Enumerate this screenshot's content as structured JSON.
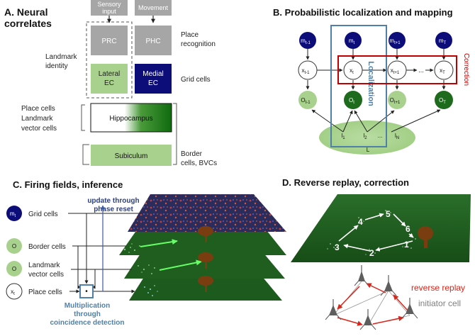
{
  "panelA": {
    "title_line1": "A. Neural",
    "title_line2": "correlates",
    "sensory_input_line1": "Sensory",
    "sensory_input_line2": "input",
    "movement": "Movement",
    "prc": "PRC",
    "phc": "PHC",
    "place_recognition_line1": "Place",
    "place_recognition_line2": "recognition",
    "landmark_identity_line1": "Landmark",
    "landmark_identity_line2": "identity",
    "lateral_ec_line1": "Lateral",
    "lateral_ec_line2": "EC",
    "medial_ec_line1": "Medial",
    "medial_ec_line2": "EC",
    "grid_cells": "Grid cells",
    "place_cells_line1": "Place cells",
    "place_cells_line2": "Landmark",
    "place_cells_line3": "vector cells",
    "hippocampus": "Hippocampus",
    "subiculum": "Subiculum",
    "border_cells_line1": "Border",
    "border_cells_line2": "cells, BVCs"
  },
  "panelB": {
    "title": "B. Probabilistic localization and mapping",
    "m_nodes": [
      {
        "base": "m",
        "sub": "t-1"
      },
      {
        "base": "m",
        "sub": "t"
      },
      {
        "base": "m",
        "sub": "t+1"
      },
      {
        "base": "m",
        "sub": "T"
      }
    ],
    "x_nodes": [
      {
        "base": "x",
        "sub": "t-1"
      },
      {
        "base": "x",
        "sub": "t"
      },
      {
        "base": "x",
        "sub": "t+1"
      },
      {
        "base": "x",
        "sub": "T"
      }
    ],
    "o_nodes": [
      {
        "base": "O",
        "sub": "t-1"
      },
      {
        "base": "O",
        "sub": "t"
      },
      {
        "base": "O",
        "sub": "t+1"
      },
      {
        "base": "O",
        "sub": "T"
      }
    ],
    "ellipsis": "...",
    "l_nodes": [
      {
        "base": "l",
        "sub": "1"
      },
      {
        "base": "l",
        "sub": "2"
      },
      {
        "base": "...",
        "sub": ""
      },
      {
        "base": "l",
        "sub": "N"
      }
    ],
    "l_label": "L",
    "localization": "Localization",
    "correction": "Correction"
  },
  "panelC": {
    "title": "C. Firing fields, inference",
    "update_line1": "update through",
    "update_line2": "phase reset",
    "legend": [
      {
        "symbol": "m",
        "sub": "t",
        "label": "Grid cells"
      },
      {
        "symbol": "O",
        "sub": "",
        "label": "Border cells"
      },
      {
        "symbol": "O",
        "sub": "",
        "label": "Landmark",
        "label2": "vector cells"
      },
      {
        "symbol": "x",
        "sub": "t",
        "label": "Place cells"
      }
    ],
    "mult_line1": "Multiplication",
    "mult_line2": "through",
    "mult_line3": "coincidence detection"
  },
  "panelD": {
    "title": "D. Reverse replay, correction",
    "replay_numbers": [
      "1",
      "2",
      "3",
      "4",
      "5",
      "6"
    ],
    "reverse_replay": "reverse replay",
    "initiator_cell": "initiator cell"
  },
  "colors": {
    "navy": "#0d0d7a",
    "dark_green": "#1e6b1e",
    "light_green": "#a9d18e",
    "grey_box": "#a6a6a6",
    "steel_blue": "#4f81a8",
    "correction_red": "#c00000",
    "grass": "#1f5a1f",
    "reverse_red": "#d9261c"
  }
}
